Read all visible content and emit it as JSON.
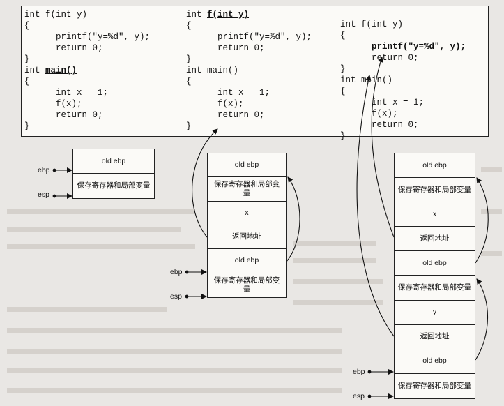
{
  "panels": [
    {
      "lines": [
        {
          "t": "int f(int y)"
        },
        {
          "t": "{"
        },
        {
          "t": "      printf(\"y=%d\", y);"
        },
        {
          "t": "      return 0;"
        },
        {
          "t": "}"
        },
        {
          "t": "int ",
          "u": "main()"
        },
        {
          "t": "{"
        },
        {
          "t": "      int x = 1;"
        },
        {
          "t": "      f(x);"
        },
        {
          "t": "      return 0;"
        },
        {
          "t": "}"
        }
      ]
    },
    {
      "lines": [
        {
          "t": "int ",
          "u": "f(int y)"
        },
        {
          "t": "{"
        },
        {
          "t": "      printf(\"y=%d\", y);"
        },
        {
          "t": "      return 0;"
        },
        {
          "t": "}"
        },
        {
          "t": "int main()"
        },
        {
          "t": "{"
        },
        {
          "t": "      int x = 1;"
        },
        {
          "t": "      f(x);"
        },
        {
          "t": "      return 0;"
        },
        {
          "t": "}"
        }
      ]
    },
    {
      "lines": [
        {
          "t": "int f(int y)"
        },
        {
          "t": "{"
        },
        {
          "t": "      ",
          "u": "printf(\"y=%d\", y);"
        },
        {
          "t": "      return 0;"
        },
        {
          "t": "}"
        },
        {
          "t": "int main()"
        },
        {
          "t": "{"
        },
        {
          "t": "      int x = 1;"
        },
        {
          "t": "      f(x);"
        },
        {
          "t": "      return 0;"
        },
        {
          "t": "}"
        }
      ]
    }
  ],
  "stacks": [
    {
      "cells": [
        "old ebp",
        "保存寄存器和局部变量"
      ]
    },
    {
      "cells": [
        "old ebp",
        "保存寄存器和局部变量",
        "x",
        "返回地址",
        "old ebp",
        "保存寄存器和局部变量"
      ]
    },
    {
      "cells": [
        "old ebp",
        "保存寄存器和局部变量",
        "x",
        "返回地址",
        "old ebp",
        "保存寄存器和局部变量",
        "y",
        "返回地址",
        "old ebp",
        "保存寄存器和局部变量"
      ]
    }
  ],
  "registers": {
    "ebp": "ebp",
    "esp": "esp"
  }
}
